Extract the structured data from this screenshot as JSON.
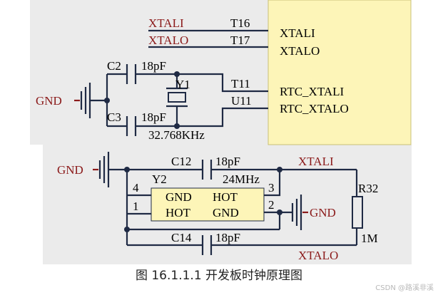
{
  "mcu_block": {
    "pins": [
      {
        "id": "T16",
        "label": "XTALI"
      },
      {
        "id": "T17",
        "label": "XTALO"
      },
      {
        "id": "T11",
        "label": "RTC_XTALI"
      },
      {
        "id": "U11",
        "label": "RTC_XTALO"
      }
    ]
  },
  "nets": {
    "xtali": "XTALI",
    "xtalo": "XTALO",
    "gnd": "GND"
  },
  "rtc_circuit": {
    "c2": {
      "ref": "C2",
      "value": "18pF"
    },
    "c3": {
      "ref": "C3",
      "value": "18pF"
    },
    "y1": {
      "ref": "Y1",
      "value": "32.768KHz"
    }
  },
  "main_circuit": {
    "c12": {
      "ref": "C12",
      "value": "18pF"
    },
    "c14": {
      "ref": "C14",
      "value": "18pF"
    },
    "y2": {
      "ref": "Y2",
      "value": "24MHz"
    },
    "r32": {
      "ref": "R32",
      "value": "1M"
    },
    "chip_pins": {
      "p1": "1",
      "p2": "2",
      "p3": "3",
      "p4": "4"
    },
    "chip_labels": {
      "top_left": "GND",
      "top_right": "HOT",
      "bottom_left": "HOT",
      "bottom_right": "GND"
    }
  },
  "caption": "图 16.1.1.1  开发板时钟原理图",
  "watermark": "CSDN @路溪非溪",
  "colors": {
    "net_label": "#8b1a1a",
    "wire": "#1f2a44",
    "mcu_fill": "#fdf5b8",
    "chip_fill": "#fdf5b8",
    "panel_fill": "#ebebeb"
  }
}
